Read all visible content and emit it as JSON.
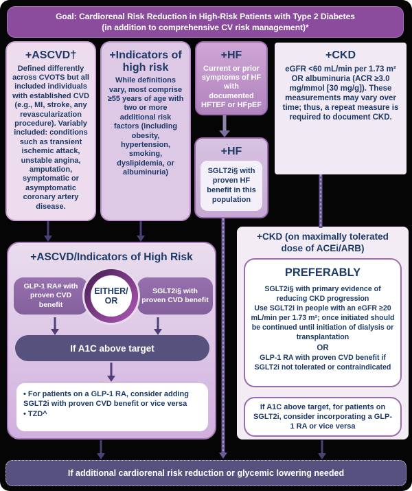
{
  "banner": {
    "line1": "Goal: Cardiorenal Risk Reduction in High-Risk Patients with Type 2 Diabetes",
    "line2": "(in addition to comprehensive CV risk management)*"
  },
  "columns": {
    "ascvd": {
      "title": "+ASCVD†",
      "body": "Defined differently across CVOTS but all included individuals with established CVD (e.g., MI, stroke, any revascularization procedure). Variably included: conditions such as transient ischemic attack, unstable angina, amputation, symptomatic or asymptomatic coronary artery disease."
    },
    "indicators": {
      "title": "+Indicators of high risk",
      "body": "While definitions vary, most comprise ≥55 years of age with two or more additional risk factors (including obesity, hypertension, smoking, dyslipidemia, or albuminuria)"
    },
    "hf": {
      "title": "+HF",
      "body": "Current or prior symptoms of HF with documented HFTEF or HFpEF"
    },
    "ckd": {
      "title": "+CKD",
      "body": "eGFR <60 mL/min per 1.73 m² OR albuminuria (ACR ≥3.0 mg/mmol [30 mg/g]). These measurements may vary over time; thus, a repeat measure is required to document CKD."
    }
  },
  "hf_box": {
    "title": "+HF",
    "body": "SGLT2i§ with proven HF benefit in this population"
  },
  "ascvd_box": {
    "title": "+ASCVD/Indicators of High Risk",
    "left_pill": "GLP-1 RA# with proven CVD benefit",
    "right_pill": "SGLT2i§ with proven CVD benefit",
    "either_line1": "EITHER/",
    "either_line2": "OR",
    "a1c_bar": "If A1C above target",
    "bullets": [
      "• For patients on a GLP-1 RA, consider adding SGLT2i with proven CVD benefit or vice versa",
      "• TZD^"
    ]
  },
  "ckd_box": {
    "title": "+CKD (on maximally tolerated dose of ACEi/ARB)",
    "preferably": {
      "heading": "PREFERABLY",
      "line1": "SGLT2i§ with primary evidence of reducing CKD progression",
      "line2": "Use SGLT2i in people with an eGFR ≥20 mL/min per 1.73 m²; once initiated should be continued until initiation of dialysis or transplantation",
      "or": "OR",
      "line3": "GLP-1 RA with proven CVD benefit if SGLT2i not tolerated or contraindicated"
    },
    "note": "If A1C above target, for patients on SGLT2i, consider incorporating a GLP-1 RA or vice versa"
  },
  "footer": {
    "text": "If additional cardiorenal risk reduction or glycemic lowering needed"
  },
  "colors": {
    "banner_purple": "#8c4c9e",
    "navy_text": "#1d3a66",
    "dark_bar": "#57517d",
    "pill_purple": "#8d67a5",
    "arrow_purple": "#4c4077",
    "footer_purple": "#575180"
  }
}
